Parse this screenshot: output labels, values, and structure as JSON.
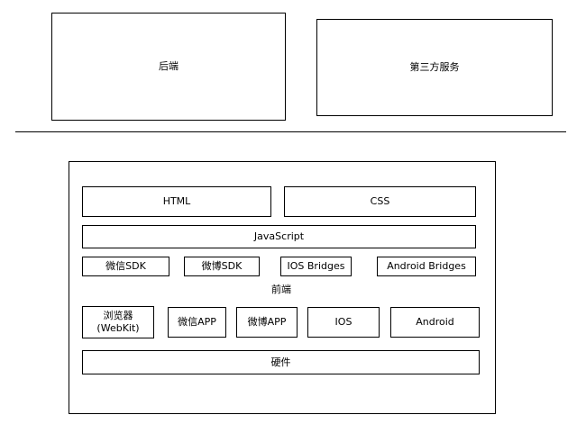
{
  "top": {
    "backend": "后端",
    "third_party": "第三方服务"
  },
  "frontend": {
    "html": "HTML",
    "css": "CSS",
    "javascript": "JavaScript",
    "sdks": [
      "微信SDK",
      "微博SDK",
      "IOS Bridges",
      "Android Bridges"
    ],
    "label": "前端",
    "platforms": [
      "浏览器\n(WebKit)",
      "微信APP",
      "微博APP",
      "IOS",
      "Android"
    ],
    "hardware": "硬件"
  }
}
